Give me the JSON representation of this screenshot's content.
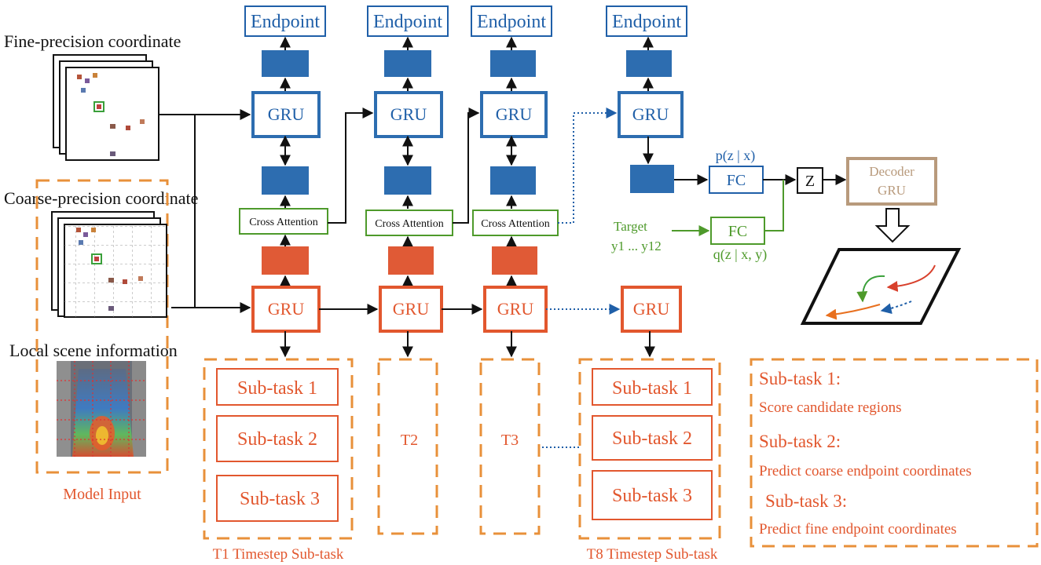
{
  "inputs": {
    "fine_label": "Fine-precision coordinate",
    "coarse_label": "Coarse-precision coordinate",
    "scene_label": "Local scene information",
    "model_input_label": "Model Input"
  },
  "encoder": {
    "endpoint_label": "Endpoint",
    "gru_label": "GRU",
    "cross_attention_label": "Cross Attention"
  },
  "latent": {
    "prior_label": "p(z | x)",
    "posterior_label": "q(z | x, y)",
    "fc_label": "FC",
    "z_label": "Z",
    "target_label": "Target",
    "target_range": "y1 ... y12",
    "decoder_line1": "Decoder",
    "decoder_line2": "GRU"
  },
  "subtasks": {
    "sub1": "Sub-task 1",
    "sub2": "Sub-task 2",
    "sub3": "Sub-task 3",
    "t2": "T2",
    "t3": "T3",
    "t1_caption": "T1 Timestep Sub-task",
    "t8_caption": "T8 Timestep Sub-task"
  },
  "legend": {
    "sub1_title": "Sub-task 1:",
    "sub1_desc": "Score candidate regions",
    "sub2_title": "Sub-task 2:",
    "sub2_desc": "Predict coarse endpoint coordinates",
    "sub3_title": "Sub-task 3:",
    "sub3_desc": "Predict fine endpoint coordinates"
  },
  "colors": {
    "blue": "#1f5fa8",
    "blue_fill": "#2d6db0",
    "orange": "#e2572e",
    "orange_fill": "#e05a36",
    "green": "#4e9a2b",
    "tan": "#b89a7c"
  }
}
